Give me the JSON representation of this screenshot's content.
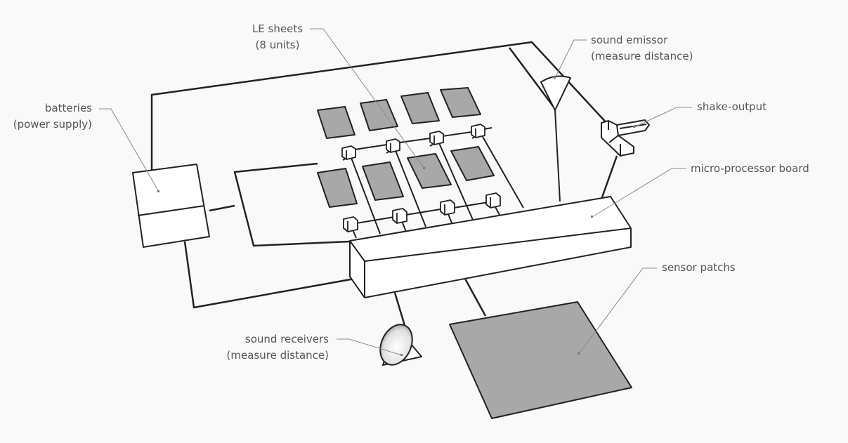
{
  "labels": {
    "le_sheets": {
      "line1": "LE sheets",
      "line2": "(8 units)"
    },
    "sound_emissor": {
      "line1": "sound emissor",
      "line2": "(measure distance)"
    },
    "batteries": {
      "line1": "batteries",
      "line2": "(power supply)"
    },
    "shake_output": {
      "line1": "shake-output"
    },
    "micro_processor": {
      "line1": "micro-processor board"
    },
    "sensor_patchs": {
      "line1": "sensor patchs"
    },
    "sound_receivers": {
      "line1": "sound receivers",
      "line2": "(measure distance)"
    }
  },
  "colors": {
    "background": "#f9f9f9",
    "stroke": "#222222",
    "leader": "#8a8a8a",
    "sheet_fill": "#a8a8a8",
    "box_fill": "#ffffff",
    "label_text": "#555555"
  }
}
